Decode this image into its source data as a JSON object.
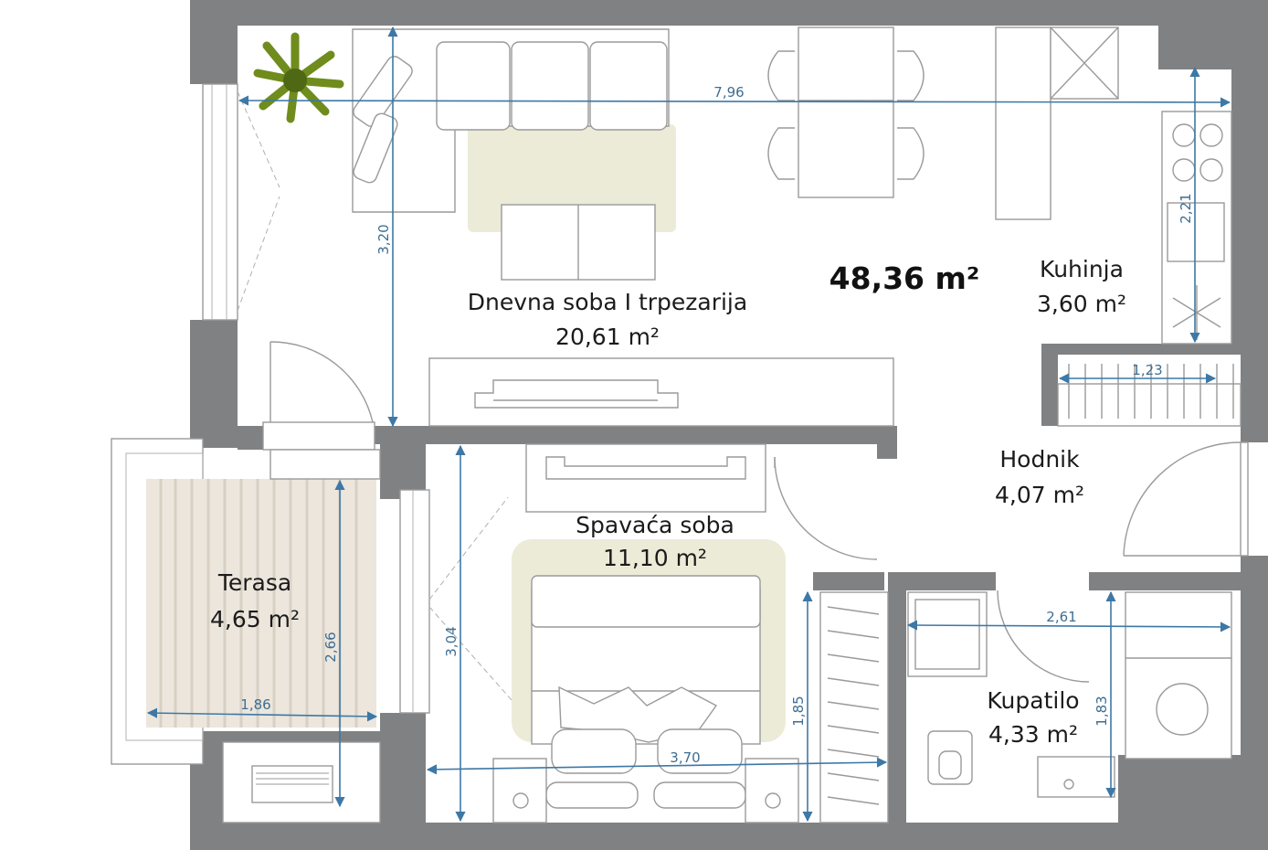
{
  "plan": {
    "total_area": "48,36 m²",
    "rooms": [
      {
        "id": "dnevna",
        "name": "Dnevna soba I trpezarija",
        "area": "20,61 m²"
      },
      {
        "id": "kuhinja",
        "name": "Kuhinja",
        "area": "3,60 m²"
      },
      {
        "id": "hodnik",
        "name": "Hodnik",
        "area": "4,07 m²"
      },
      {
        "id": "spavaca",
        "name": "Spavaća soba",
        "area": "11,10 m²"
      },
      {
        "id": "terasa",
        "name": "Terasa",
        "area": "4,65 m²"
      },
      {
        "id": "kupatilo",
        "name": "Kupatilo",
        "area": "4,33 m²"
      }
    ],
    "dimensions": {
      "living_width": "7,96",
      "living_depth": "3,20",
      "kitchen_depth": "2,21",
      "hall_width": "1,23",
      "terrace_depth": "2,66",
      "terrace_width": "1,86",
      "bedroom_depth": "3,04",
      "bedroom_width": "3,70",
      "wardrobe_depth": "1,85",
      "bath_width": "2,61",
      "bath_depth": "1,83"
    },
    "colors": {
      "wall": "#808183",
      "dimension_line": "#3d78a6",
      "rug": "#ecebd8",
      "terrace_floor": "#ece6dd",
      "plant": "#6f8c1d"
    }
  }
}
